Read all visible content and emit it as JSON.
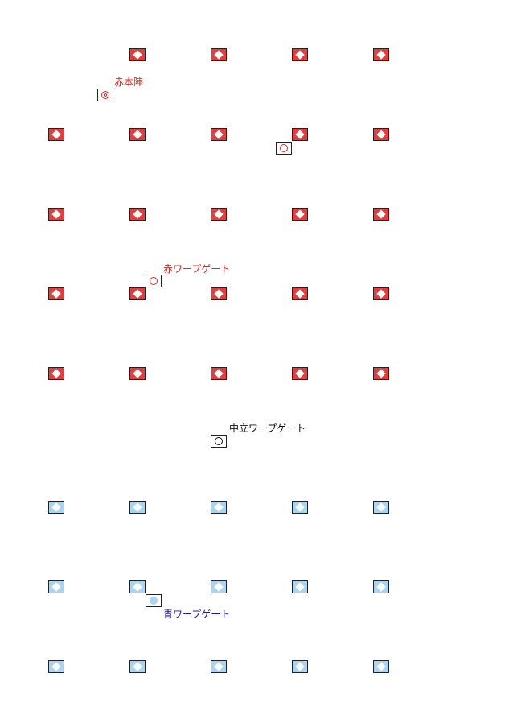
{
  "labels": {
    "red_base": "赤本陣",
    "red_warp_gate": "赤ワープゲート",
    "neutral_warp_gate": "中立ワープゲート",
    "blue_warp_gate": "青ワープゲート"
  },
  "colors": {
    "red_tile": "#e63c3c",
    "blue_tile": "#a9d4f2",
    "red_text": "#e0281e",
    "neutral_text": "#111111",
    "blue_text": "#1a1a9e",
    "blue_dot": "#a9d4f2"
  },
  "icons": {
    "tile": "diamond-icon",
    "red_base": "double-circle-icon",
    "warp_gate": "circle-icon",
    "blue_warp_gate": "filled-circle-icon"
  }
}
